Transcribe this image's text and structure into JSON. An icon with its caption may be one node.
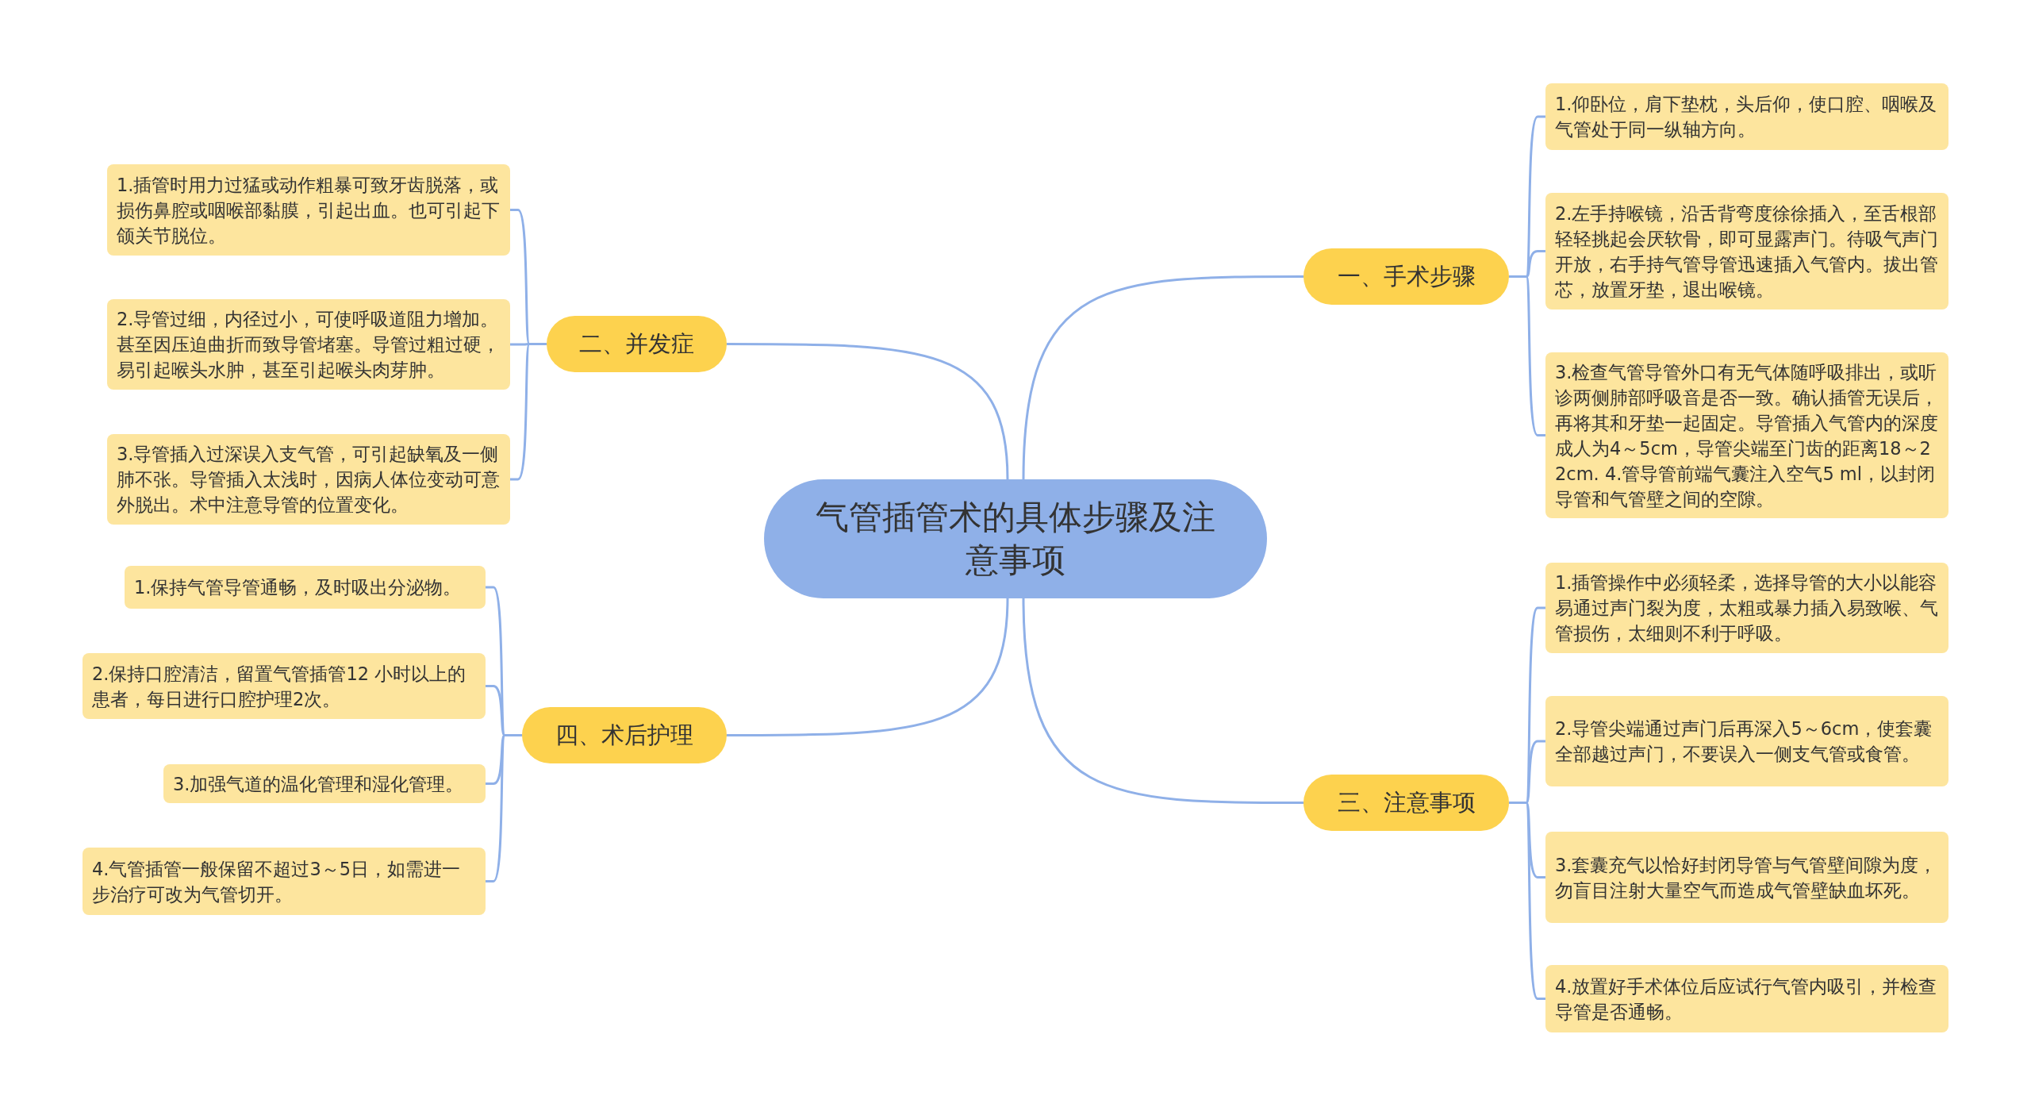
{
  "diagram": {
    "nodes": [
      {
        "text": [
          "气管插管术的具体步骤及注意事项"
        ]
      },
      {
        "text": [
          "一、手术步骤"
        ]
      },
      {
        "text": [
          "1.仰卧位，肩下垫枕，头后仰，使口腔、咽喉及气管处于同一纵轴方向。"
        ]
      },
      {
        "text": [
          "2.左手持喉镜，沿舌背弯度徐徐插入，至舌根部轻轻挑起会厌软骨，即可显露声门。待吸气声门开放，右手持气管导管迅速插入气管内。拔出管芯，放置牙垫，退出喉镜。"
        ]
      },
      {
        "text": [
          "3.检查气管导管外口有无气体随呼吸排出，或听诊两侧肺部呼吸音是否一致。确认插管无误后，再将其和牙垫一起固定。导管插入气管内的深度成人为4～5cm，导管尖端至门齿的距离18～22cm. 4.管导管前端气囊注入空气5 ml，以封闭导管和气管壁之间的空隙。"
        ]
      },
      {
        "text": [
          "二、并发症"
        ]
      },
      {
        "text": [
          "1.插管时用力过猛或动作粗暴可致牙齿脱落，或损伤鼻腔或咽喉部黏膜，引起出血。也可引起下颌关节脱位。"
        ]
      },
      {
        "text": [
          "2.导管过细，内径过小，可使呼吸道阻力增加。甚至因压迫曲折而致导管堵塞。导管过粗过硬，易引起喉头水肿，甚至引起喉头肉芽肿。"
        ]
      },
      {
        "text": [
          "3.导管插入过深误入支气管，可引起缺氧及一侧肺不张。导管插入太浅时，因病人体位变动可意外脱出。术中注意导管的位置变化。"
        ]
      },
      {
        "text": [
          "三、注意事项"
        ]
      },
      {
        "text": [
          "1.插管操作中必须轻柔，选择导管的大小以能容易通过声门裂为度，太粗或暴力插入易致喉、气管损伤，太细则不利于呼吸。"
        ]
      },
      {
        "text": [
          "2.导管尖端通过声门后再深入5～6cm，使套囊全部越过声门，不要误入一侧支气管或食管。"
        ]
      },
      {
        "text": [
          "3.套囊充气以恰好封闭导管与气管壁间隙为度，勿盲目注射大量空气而造成气管壁缺血坏死。"
        ]
      },
      {
        "text": [
          "4.放置好手术体位后应试行气管内吸引，并检查导管是否通畅。"
        ]
      },
      {
        "text": [
          "四、术后护理"
        ]
      },
      {
        "text": [
          "1.保持气管导管通畅，及时吸出分泌物。"
        ]
      },
      {
        "text": [
          "2.保持口腔清洁，留置气管插管12 小时以上的患者，每日进行口腔护理2次。"
        ]
      },
      {
        "text": [
          "3.加强气道的温化管理和湿化管理。"
        ]
      },
      {
        "text": [
          "4.气管插管一般保留不超过3～5日，如需进一步治疗可改为气管切开。"
        ]
      }
    ],
    "edges": [
      {
        "from": 0,
        "to": 1,
        "arrow": "none"
      },
      {
        "from": 1,
        "to": 2,
        "arrow": "none"
      },
      {
        "from": 1,
        "to": 3,
        "arrow": "none"
      },
      {
        "from": 1,
        "to": 4,
        "arrow": "none"
      },
      {
        "from": 0,
        "to": 5,
        "arrow": "none"
      },
      {
        "from": 5,
        "to": 6,
        "arrow": "none"
      },
      {
        "from": 5,
        "to": 7,
        "arrow": "none"
      },
      {
        "from": 5,
        "to": 8,
        "arrow": "none"
      },
      {
        "from": 0,
        "to": 9,
        "arrow": "none"
      },
      {
        "from": 9,
        "to": 10,
        "arrow": "none"
      },
      {
        "from": 9,
        "to": 11,
        "arrow": "none"
      },
      {
        "from": 9,
        "to": 12,
        "arrow": "none"
      },
      {
        "from": 9,
        "to": 13,
        "arrow": "none"
      },
      {
        "from": 0,
        "to": 14,
        "arrow": "none"
      },
      {
        "from": 14,
        "to": 15,
        "arrow": "none"
      },
      {
        "from": 14,
        "to": 16,
        "arrow": "none"
      },
      {
        "from": 14,
        "to": 17,
        "arrow": "none"
      },
      {
        "from": 14,
        "to": 18,
        "arrow": "none"
      }
    ]
  }
}
